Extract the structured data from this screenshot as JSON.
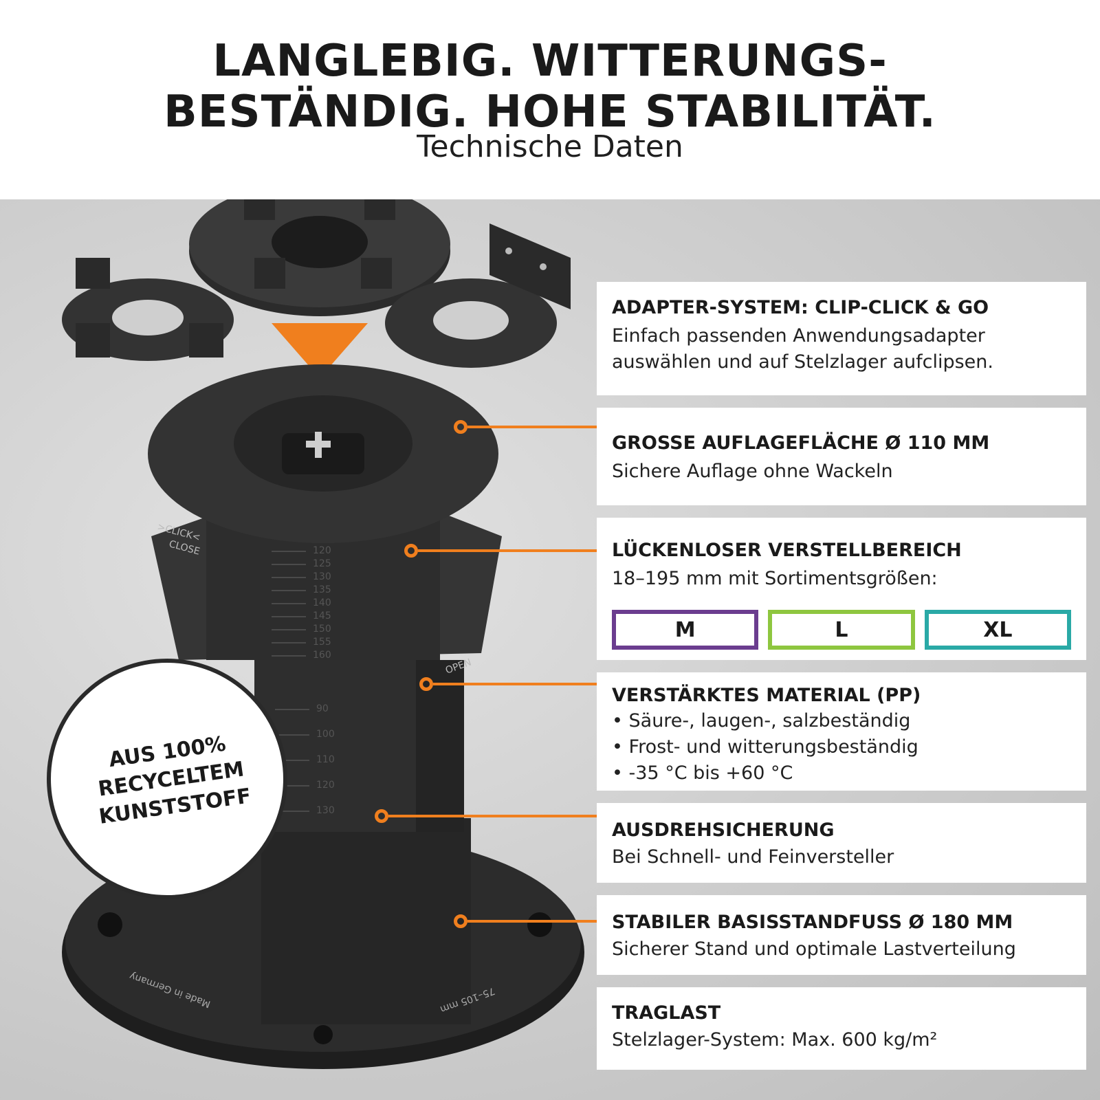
{
  "header": {
    "headline_line1": "LANGLEBIG. WITTERUNGS-",
    "headline_line2": "BESTÄNDIG. HOHE STABILITÄT.",
    "subtitle": "Technische Daten"
  },
  "badge": {
    "text": "AUS 100%\nRECYCELTEM\nKUNSTSTOFF"
  },
  "colors": {
    "accent_orange": "#f07f1e",
    "size_m": "#6b3d8f",
    "size_l": "#8ec63f",
    "size_xl": "#2aa9a6",
    "text_dark": "#1a1a1a"
  },
  "features": [
    {
      "title": "ADAPTER-SYSTEM: CLIP-CLICK & GO",
      "lines": [
        "Einfach passenden Anwendungsadapter",
        "auswählen und auf Stelzlager aufclipsen."
      ]
    },
    {
      "title": "GROSSE AUFLAGEFLÄCHE Ø 110 MM",
      "lines": [
        "Sichere Auflage ohne Wackeln"
      ]
    },
    {
      "title": "LÜCKENLOSER VERSTELLBEREICH",
      "lines": [
        "18–195 mm mit Sortimentsgrößen:"
      ],
      "sizes": [
        "M",
        "L",
        "XL"
      ]
    },
    {
      "title": "VERSTÄRKTES MATERIAL (PP)",
      "lines": [
        "• Säure-, laugen-, salzbeständig",
        "• Frost- und witterungsbeständig",
        "• -35 °C bis +60 °C"
      ]
    },
    {
      "title": "AUSDREHSICHERUNG",
      "lines": [
        "Bei Schnell- und Feinversteller"
      ]
    },
    {
      "title": "STABILER BASISSTANDFUSS Ø 180 MM",
      "lines": [
        "Sicherer Stand und optimale Lastverteilung"
      ]
    },
    {
      "title": "TRAGLAST",
      "lines": [
        "Stelzlager-System: Max. 600 kg/m²"
      ]
    }
  ],
  "product_markings": {
    "top_scale": [
      "120",
      "125",
      "130",
      "135",
      "140",
      "145",
      "150",
      "155",
      "160"
    ],
    "lower_scale": [
      "90",
      "100",
      "110",
      "120",
      "130"
    ],
    "click_label": ">CLICK<",
    "close_label": "CLOSE",
    "open_label": "OPEN",
    "made_in": "Made in Germany",
    "range_label": "75–105 mm"
  }
}
